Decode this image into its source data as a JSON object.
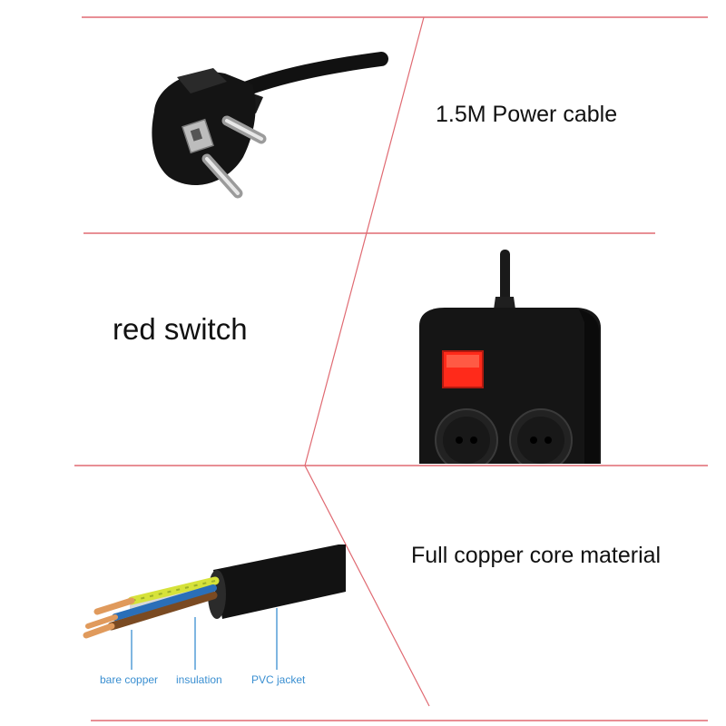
{
  "sections": [
    {
      "caption": "1.5M Power cable"
    },
    {
      "caption": "red switch"
    },
    {
      "caption": "Full copper core material"
    }
  ],
  "cable_labels": [
    "bare copper",
    "insulation",
    "PVC jacket"
  ],
  "colors": {
    "divider": "#e06a72",
    "product_black": "#111111",
    "switch_red": "#ff2a1a",
    "label_blue": "#3a8fd1"
  },
  "icons": [
    "euro-plug-icon",
    "power-strip-icon",
    "red-switch-icon",
    "cable-cross-section-icon"
  ]
}
